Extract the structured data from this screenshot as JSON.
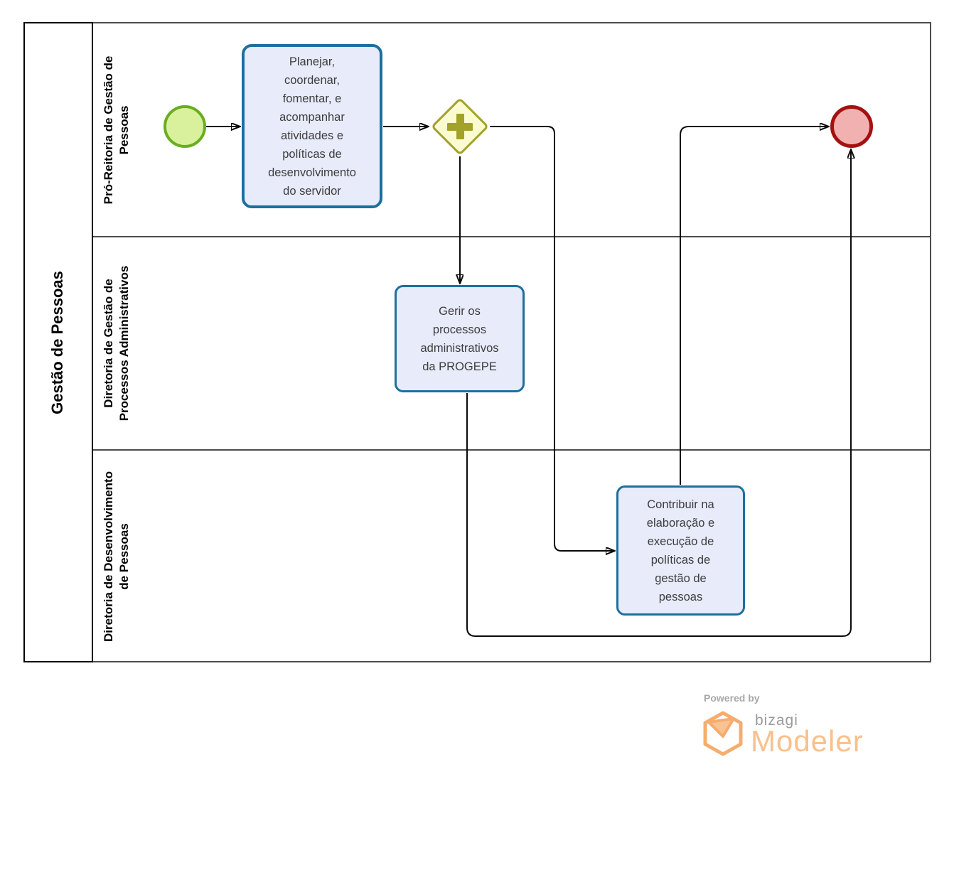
{
  "pool": {
    "label": "Gestão de Pessoas",
    "lanes": [
      {
        "label": "Pró-Reitoria de Gestão de\nPessoas"
      },
      {
        "label": "Diretoria de Gestão de\nProcessos Administrativos"
      },
      {
        "label": "Diretoria de Desenvolvimento\nde Pessoas"
      }
    ]
  },
  "nodes": {
    "start_event": {
      "type": "start-event"
    },
    "task_planejar": {
      "label": "Planejar,\ncoordenar,\nfomentar, e\nacompanhar\natividades e\npolíticas de\ndesenvolvimento\ndo servidor"
    },
    "gateway": {
      "type": "parallel-gateway"
    },
    "task_gerir": {
      "label": "Gerir os\nprocessos\nadministrativos\nda PROGEPE"
    },
    "task_contribuir": {
      "label": "Contribuir na\nelaboração e\nexecução de\npolíticas de\ngestão de\npessoas"
    },
    "end_event": {
      "type": "end-event"
    }
  },
  "flows": [
    {
      "id": "flow-start-to-planejar",
      "from": "start_event",
      "to": "task_planejar"
    },
    {
      "id": "flow-planejar-to-gateway",
      "from": "task_planejar",
      "to": "gateway"
    },
    {
      "id": "flow-gateway-to-gerir",
      "from": "gateway",
      "to": "task_gerir"
    },
    {
      "id": "flow-gateway-to-contribuir",
      "from": "gateway",
      "to": "task_contribuir"
    },
    {
      "id": "flow-gerir-to-end",
      "from": "task_gerir",
      "to": "end_event"
    },
    {
      "id": "flow-contribuir-to-end",
      "from": "task_contribuir",
      "to": "end_event"
    }
  ],
  "colors": {
    "task_fill": "#e7ebfa",
    "task_border": "#1d6f9e",
    "start_fill": "#d9f19c",
    "start_border": "#69ad21",
    "end_fill": "#f2b1b1",
    "end_border": "#a31111",
    "gateway_fill": "#fbfbd2",
    "gateway_border": "#a2a22a",
    "flow_line": "#0a0a0a",
    "lane_border": "#4d4d4d",
    "pool_label_border": "#000000",
    "brand_orange": "#f5ad6e",
    "brand_light_orange": "#f9c08b",
    "brand_gray": "#9b9b9b"
  },
  "branding": {
    "powered_by": "Powered by",
    "brand": "bizagi",
    "product": "Modeler"
  }
}
